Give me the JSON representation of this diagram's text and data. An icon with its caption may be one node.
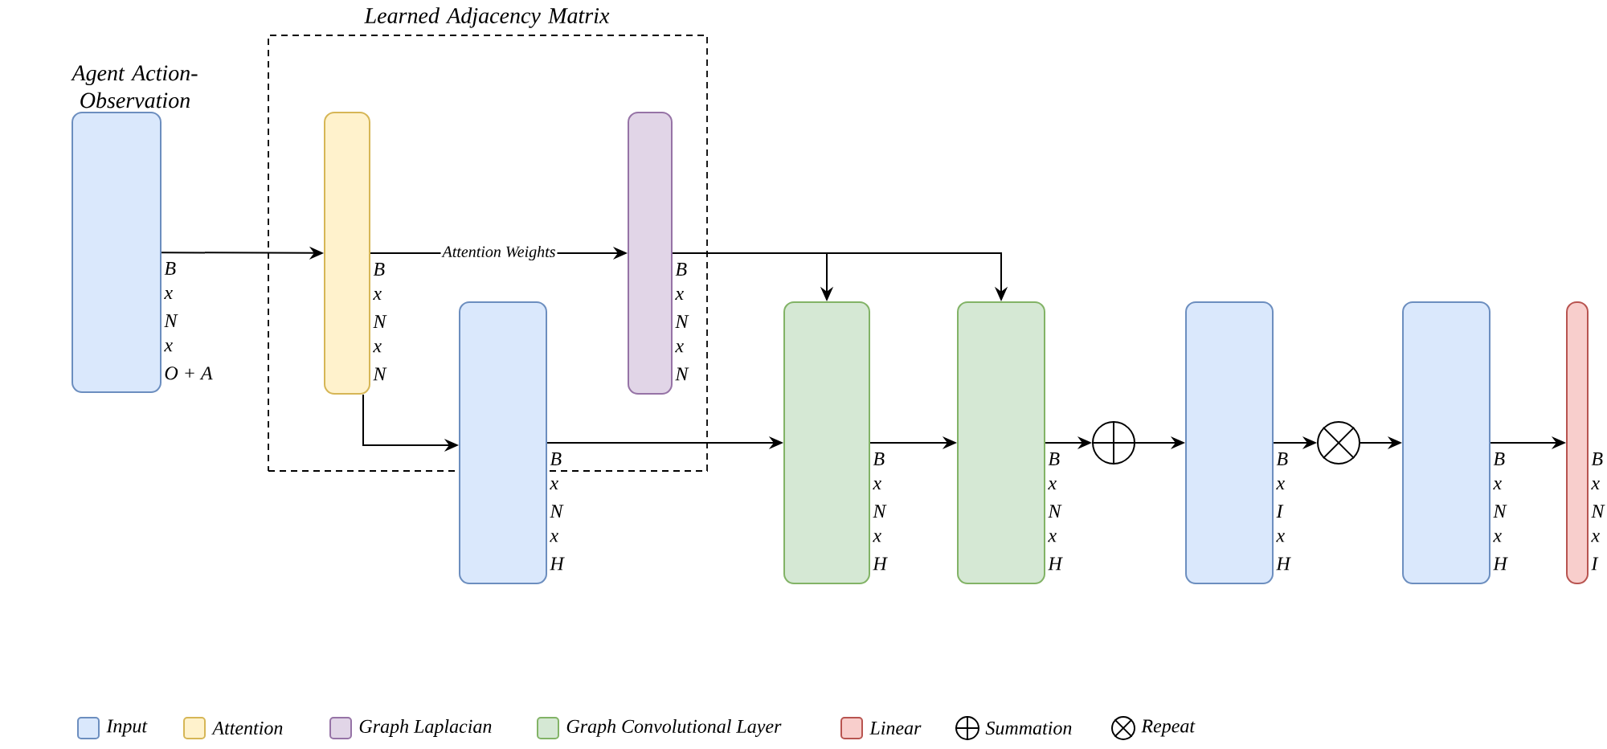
{
  "diagram": {
    "nodes": [
      {
        "text": [
          "Learned Adjacency Matrix"
        ]
      },
      {
        "text": [
          "Agent Action-Observation"
        ],
        "beside": [
          "B",
          "x",
          "N",
          "x",
          "O + A"
        ]
      },
      {
        "text": [],
        "shape": "box",
        "in": 0,
        "beside": [
          "B",
          "x",
          "N",
          "x",
          "N"
        ]
      },
      {
        "text": [],
        "shape": "box",
        "in": 0,
        "beside": [
          "B",
          "x",
          "N",
          "x",
          "N"
        ]
      },
      {
        "text": [],
        "shape": "box",
        "beside": [
          "B",
          "x",
          "N",
          "x",
          "H"
        ]
      },
      {
        "text": [],
        "shape": "box",
        "beside": [
          "B",
          "x",
          "N",
          "x",
          "H"
        ]
      },
      {
        "text": [],
        "shape": "box",
        "beside": [
          "B",
          "x",
          "N",
          "x",
          "H"
        ]
      },
      {
        "text": [],
        "shape": "circle"
      },
      {
        "text": [],
        "shape": "box",
        "beside": [
          "B",
          "x",
          "I",
          "x",
          "H"
        ]
      },
      {
        "text": [],
        "shape": "circle"
      },
      {
        "text": [],
        "shape": "box",
        "beside": [
          "B",
          "x",
          "N",
          "x",
          "H"
        ]
      },
      {
        "text": [],
        "shape": "box",
        "beside": [
          "B",
          "x",
          "N",
          "x",
          "I"
        ]
      }
    ],
    "edges": [
      {
        "from": 1,
        "to": 2,
        "arrow": "to"
      },
      {
        "from": 2,
        "to": 3,
        "arrow": "to",
        "label": "Attention Weights"
      },
      {
        "from": 3,
        "to": 5,
        "arrow": "to"
      },
      {
        "from": 3,
        "to": 6,
        "arrow": "to"
      },
      {
        "from": 2,
        "to": 4,
        "arrow": "to"
      },
      {
        "from": 4,
        "to": 5,
        "arrow": "to"
      },
      {
        "from": 5,
        "to": 6,
        "arrow": "to"
      },
      {
        "from": 6,
        "to": 7,
        "arrow": "to"
      },
      {
        "from": 7,
        "to": 8,
        "arrow": "to"
      },
      {
        "from": 8,
        "to": 9,
        "arrow": "to"
      },
      {
        "from": 9,
        "to": 10,
        "arrow": "to"
      },
      {
        "from": 10,
        "to": 11,
        "arrow": "to"
      }
    ],
    "legend": [
      {
        "text": "Input",
        "color": "#dae8fc"
      },
      {
        "text": "Attention",
        "color": "#fff2cc"
      },
      {
        "text": "Graph Laplacian",
        "color": "#e1d5e7"
      },
      {
        "text": "Graph Convolutional Layer",
        "color": "#d5e8d4"
      },
      {
        "text": "Linear",
        "color": "#f8cecc"
      },
      {
        "text": "Summation"
      },
      {
        "text": "Repeat"
      }
    ]
  }
}
